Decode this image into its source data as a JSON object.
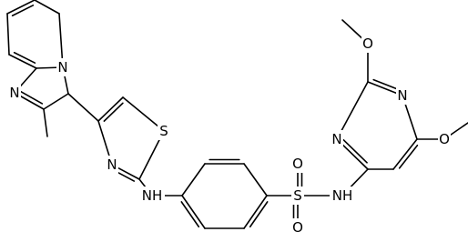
{
  "colors": {
    "bond": "#000000",
    "text": "#000000",
    "background": "#ffffff"
  },
  "atoms": [
    {
      "id": "N_ip",
      "label": "N"
    },
    {
      "id": "N_ip2",
      "label": "N"
    },
    {
      "id": "S_th",
      "label": "S"
    },
    {
      "id": "N_th",
      "label": "N"
    },
    {
      "id": "NH_1",
      "label": "NH"
    },
    {
      "id": "S_so2",
      "label": "S"
    },
    {
      "id": "O_top",
      "label": "O"
    },
    {
      "id": "O_bot",
      "label": "O"
    },
    {
      "id": "NH_2",
      "label": "NH"
    },
    {
      "id": "N_pm1",
      "label": "N"
    },
    {
      "id": "N_pm2",
      "label": "N"
    },
    {
      "id": "O_me1",
      "label": "O"
    },
    {
      "id": "O_me2",
      "label": "O"
    }
  ]
}
